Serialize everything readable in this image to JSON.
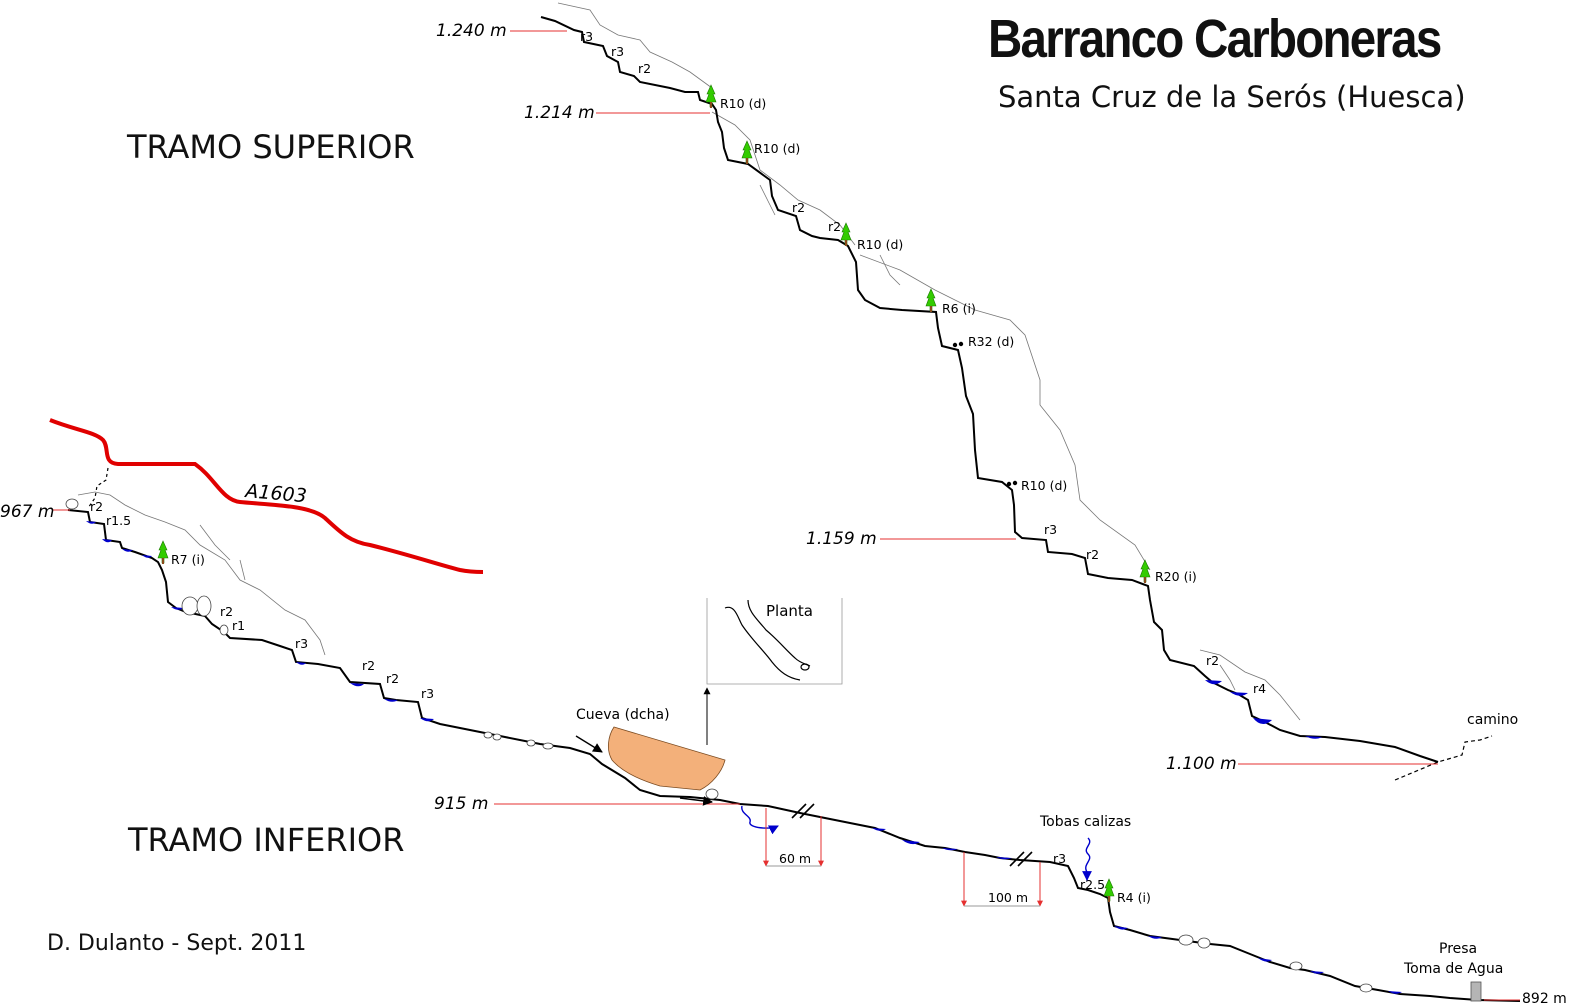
{
  "title": "Barranco Carboneras",
  "subtitle": "Santa Cruz de la Serós (Huesca)",
  "sections": {
    "upper": "TRAMO SUPERIOR",
    "lower": "TRAMO INFERIOR"
  },
  "author": "D. Dulanto - Sept. 2011",
  "road": "A1603",
  "altitudes": {
    "a1240": "1.240 m",
    "a1214": "1.214 m",
    "a1159": "1.159 m",
    "a1100": "1.100 m",
    "a967": "967 m",
    "a915": "915 m",
    "a892": "892 m"
  },
  "rappels": {
    "upper": [
      "R10 (d)",
      "R10 (d)",
      "R10 (d)",
      "R6 (i)",
      "R32 (d)",
      "R10 (d)",
      "R20 (i)"
    ],
    "lower": [
      "R7 (i)",
      "R4 (i)"
    ]
  },
  "jumps": {
    "upper": [
      "r3",
      "r3",
      "r2",
      "r2",
      "r2",
      "r3",
      "r2",
      "r2",
      "r4"
    ],
    "lower": [
      "r2",
      "r1.5",
      "r2",
      "r1",
      "r3",
      "r2",
      "r2",
      "r3",
      "r3",
      "r2.5"
    ]
  },
  "labels": {
    "camino": "camino",
    "cueva": "Cueva (dcha)",
    "planta": "Planta",
    "tobas": "Tobas calizas",
    "presa_1": "Presa",
    "presa_2": "Toma de Agua",
    "dist_60": "60 m",
    "dist_100": "100 m"
  },
  "colors": {
    "profile": "#000000",
    "road": "#e00000",
    "water": "#0000cc",
    "tree": "#33cc00",
    "trunk": "#8a4b1a",
    "reference": "#e53030",
    "cave": "#f3b07a"
  }
}
